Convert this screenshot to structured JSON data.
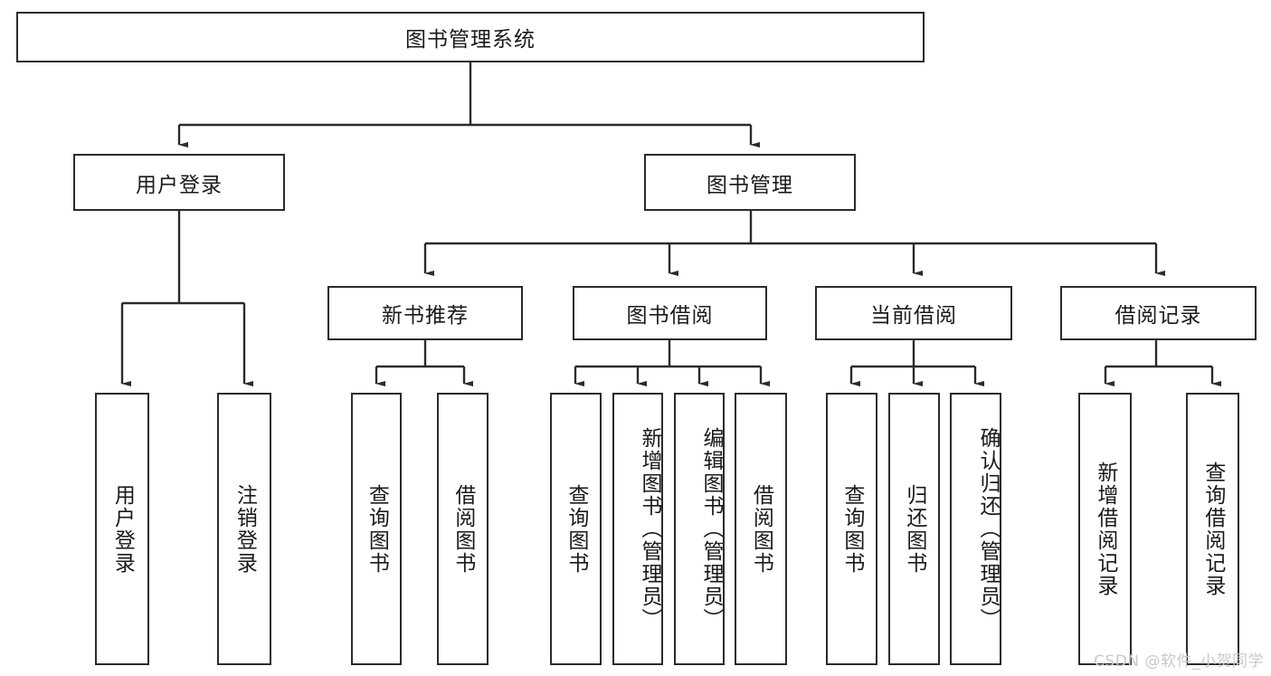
{
  "diagram": {
    "title": "图书管理系统",
    "type": "hierarchy-tree",
    "root": {
      "label": "图书管理系统"
    },
    "level2": [
      {
        "label": "用户登录"
      },
      {
        "label": "图书管理"
      }
    ],
    "level3": [
      {
        "label": "新书推荐"
      },
      {
        "label": "图书借阅"
      },
      {
        "label": "当前借阅"
      },
      {
        "label": "借阅记录"
      }
    ],
    "leaves": {
      "user_login": [
        {
          "label": "用户登录"
        },
        {
          "label": "注销登录"
        }
      ],
      "new_book_recommend": [
        {
          "label": "查询图书"
        },
        {
          "label": "借阅图书"
        }
      ],
      "book_borrow": [
        {
          "label": "查询图书"
        },
        {
          "label": "新增图书（管理员）"
        },
        {
          "label": "编辑图书（管理员）"
        },
        {
          "label": "借阅图书"
        }
      ],
      "current_borrow": [
        {
          "label": "查询图书"
        },
        {
          "label": "归还图书"
        },
        {
          "label": "确认归还（管理员）"
        }
      ],
      "borrow_record": [
        {
          "label": "新增借阅记录"
        },
        {
          "label": "查询借阅记录"
        }
      ]
    }
  },
  "watermark": {
    "text": "CSDN @软件_小贺同学"
  },
  "colors": {
    "stroke": "#2b2b2b",
    "fill": "#ffffff",
    "text": "#1a1a1a",
    "watermark": "#c9c9c9"
  }
}
